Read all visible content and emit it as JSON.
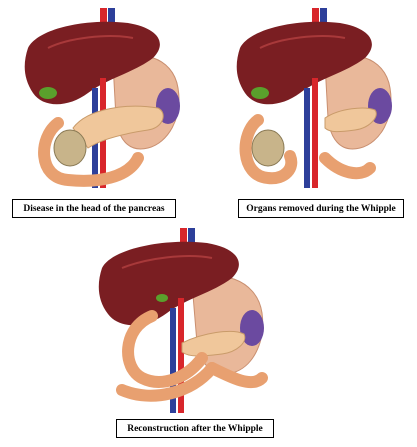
{
  "panels": [
    {
      "caption": "Disease in the head of the pancreas"
    },
    {
      "caption": "Organs removed during the Whipple"
    },
    {
      "caption": "Reconstruction after the Whipple"
    }
  ],
  "colors": {
    "liver": "#7a1e22",
    "liver_highlight": "#a8393a",
    "stomach": "#e9b89a",
    "pancreas": "#f0c79b",
    "intestine": "#e8a070",
    "gallbladder": "#5aa02c",
    "spleen": "#6b4aa0",
    "artery": "#d8262b",
    "vein": "#2d3f9a",
    "tumor": "#c8b48a"
  }
}
